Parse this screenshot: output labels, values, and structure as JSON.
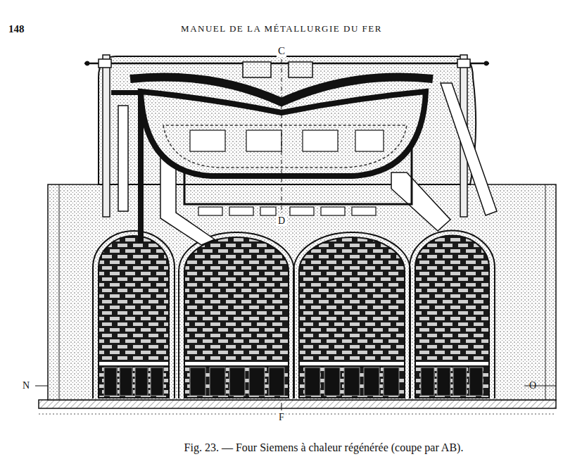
{
  "diagram": {
    "title": "MANUEL DE LA MÉTALLURGIE DU FER",
    "caption": "Fig. 23. — Four Siemens à chaleur régénérée (coupe par AB).",
    "labels": [
      "148",
      "C",
      "D",
      "N",
      "O",
      "F"
    ]
  }
}
